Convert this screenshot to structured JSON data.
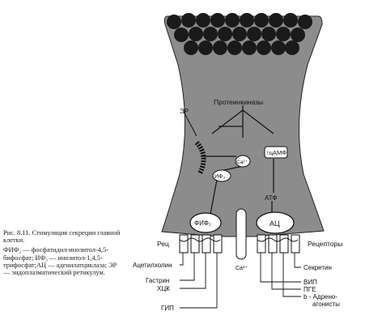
{
  "figure": {
    "title": "Рис. 8.11. Стимуляция секреции главной клетки.",
    "legend": "ФИФ₂ — фосфатидил-инозитол-4,5-бифосфат; ИФ₃ — инозитол-1,4,5-трифосфат;АЦ — аденилатциклаза; ЭР — эндоплазматический ретикулум."
  },
  "diagram": {
    "protein_kinases": "Протеинкиназы",
    "er": "ЭР",
    "calcium_inner": "Ca²⁺",
    "ip3": "ИФ₃",
    "camp": "↑цАМФ",
    "atp": "АТФ",
    "pip2": "ФИФ₂",
    "ac": "АЦ",
    "calcium_outer": "Ca²⁺",
    "receptor_left": "Рец",
    "receptor_right": "Рецепторы",
    "left_agonists": [
      "Ацетилхолин",
      "Гастрин",
      "ХЦК",
      "ГИП"
    ],
    "right_agonists": [
      "Секретин",
      "ВИП",
      "ПГЕ",
      "b - Адрено-",
      "агонисты"
    ]
  },
  "colors": {
    "cell": "#8c8c8c",
    "granule": "#1a1a1a",
    "line": "#111111"
  }
}
